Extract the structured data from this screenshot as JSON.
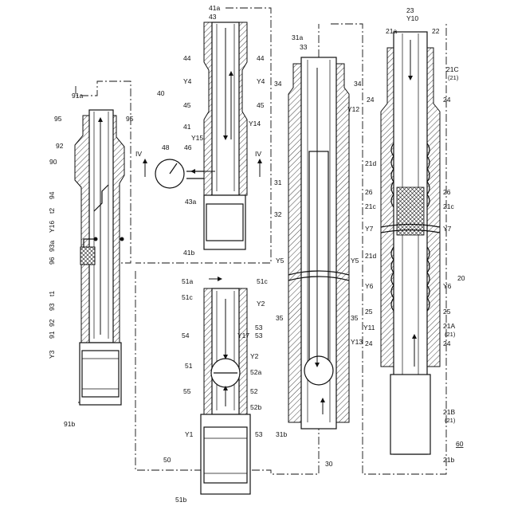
{
  "assemblies": {
    "a90": "90",
    "a40": "40",
    "a50": "50",
    "a30": "30",
    "a20": "20",
    "a60": "60"
  },
  "labels": {
    "dev90": [
      "91a",
      "95",
      "95",
      "92",
      "94",
      "t2",
      "Y16",
      "93a",
      "96",
      "t1",
      "93",
      "92",
      "91",
      "Y3",
      "91b"
    ],
    "dev40": [
      "41a",
      "43",
      "44",
      "44",
      "Y4",
      "Y4",
      "45",
      "45",
      "41",
      "Y14",
      "Y15",
      "48",
      "46",
      "IV",
      "IV",
      "43a",
      "41b"
    ],
    "dev50": [
      "51a",
      "51c",
      "51c",
      "Y2",
      "53",
      "54",
      "Y17",
      "53",
      "51",
      "Y2",
      "52a",
      "55",
      "52",
      "52b",
      "Y1",
      "53",
      "51b"
    ],
    "dev30": [
      "31a",
      "33",
      "34",
      "34",
      "Y12",
      "31",
      "32",
      "Y5",
      "Y5",
      "35",
      "35",
      "Y13",
      "31b"
    ],
    "dev20": [
      "23",
      "Y10",
      "21a",
      "22",
      "21C",
      "(21)",
      "24",
      "24",
      "21d",
      "26",
      "26",
      "21c",
      "21c",
      "Y7",
      "Y7",
      "21d",
      "Y6",
      "Y6",
      "25",
      "25",
      "Y11",
      "21A",
      "(21)",
      "24",
      "24",
      "21B",
      "(21)",
      "21b"
    ]
  }
}
